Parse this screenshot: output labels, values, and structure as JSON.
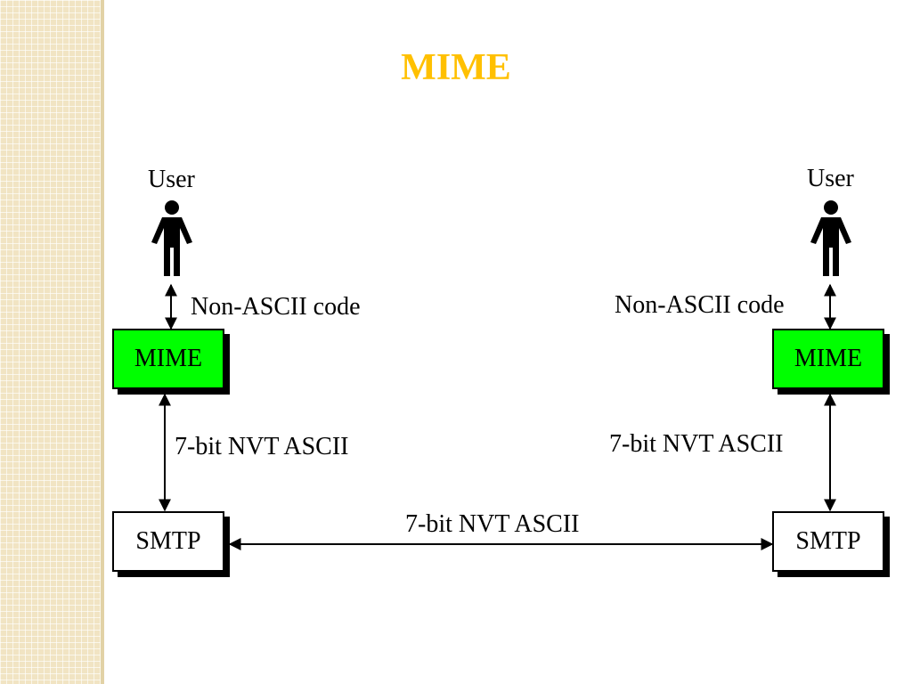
{
  "title": "MIME",
  "left": {
    "user_label": "User",
    "upper_link_label": "Non-ASCII code",
    "mime_box": "MIME",
    "lower_link_label": "7-bit NVT ASCII",
    "smtp_box": "SMTP"
  },
  "right": {
    "user_label": "User",
    "upper_link_label": "Non-ASCII code",
    "mime_box": "MIME",
    "lower_link_label": "7-bit NVT ASCII",
    "smtp_box": "SMTP"
  },
  "middle_link_label": "7-bit NVT ASCII",
  "colors": {
    "title": "#ffc000",
    "mime_box": "#00ff00",
    "smtp_box": "#ffffff",
    "sidebar": "#f1e4c3"
  },
  "icons": [
    "user-icon"
  ]
}
